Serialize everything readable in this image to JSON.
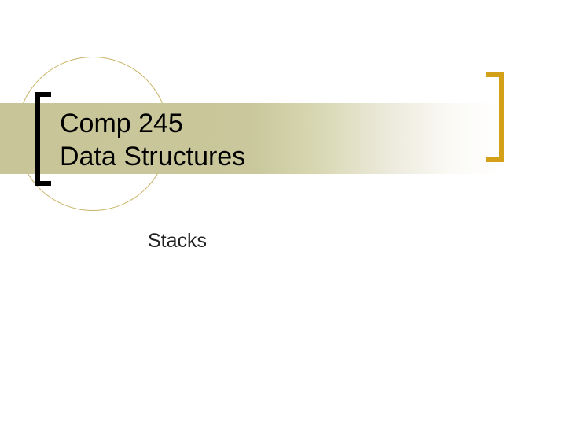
{
  "slide": {
    "title_lines": [
      "Comp 245",
      "Data Structures"
    ],
    "subtitle": "Stacks"
  },
  "decor": {
    "band_color": "#C9C79A",
    "left_bracket_color": "#000000",
    "right_bracket_color": "#D4A017",
    "circle_color": "#C8B466"
  }
}
